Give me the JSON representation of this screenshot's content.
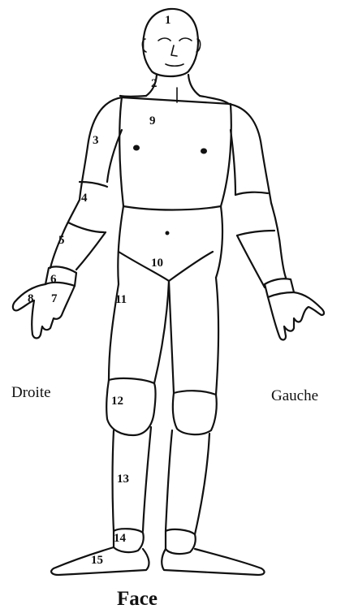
{
  "body_map": {
    "view_title": "Face",
    "left_side_label": "Droite",
    "right_side_label": "Gauche",
    "zones": [
      {
        "id": "zone-1",
        "number": "1"
      },
      {
        "id": "zone-2",
        "number": "2"
      },
      {
        "id": "zone-3",
        "number": "3"
      },
      {
        "id": "zone-4",
        "number": "4"
      },
      {
        "id": "zone-5",
        "number": "5"
      },
      {
        "id": "zone-6",
        "number": "6"
      },
      {
        "id": "zone-7",
        "number": "7"
      },
      {
        "id": "zone-8",
        "number": "8"
      },
      {
        "id": "zone-9",
        "number": "9"
      },
      {
        "id": "zone-10",
        "number": "10"
      },
      {
        "id": "zone-11",
        "number": "11"
      },
      {
        "id": "zone-12",
        "number": "12"
      },
      {
        "id": "zone-13",
        "number": "13"
      },
      {
        "id": "zone-14",
        "number": "14"
      },
      {
        "id": "zone-15",
        "number": "15"
      }
    ]
  }
}
